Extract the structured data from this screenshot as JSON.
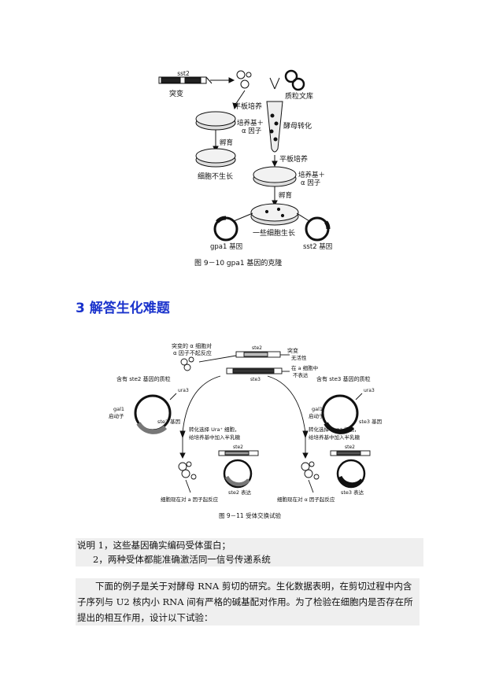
{
  "figure1": {
    "caption": "图 9－10 gpa1 基因的克隆",
    "labels": {
      "sst2": "sst2",
      "mutation": "突变",
      "plasmid_library": "质粒文库",
      "plate_culture_1": "平板培养",
      "medium_factor_1a": "培养基＋",
      "medium_factor_1b": "α 因子",
      "yeast_transform": "酵母转化",
      "incubate_1": "孵育",
      "no_growth": "细胞不生长",
      "plate_culture_2": "平板培养",
      "medium_factor_2a": "培养基＋",
      "medium_factor_2b": "α 因子",
      "incubate_2": "孵育",
      "some_growth": "一些细胞生长",
      "gpa1_gene": "gpa1 基因",
      "sst2_gene": "sst2 基因"
    }
  },
  "section_heading": "3 解答生化难题",
  "figure2": {
    "caption": "图 9－11 受体交换试验",
    "labels": {
      "mutant_cell_a": "突变的 α 细胞对",
      "mutant_cell_b": "α 因子不起反应",
      "mutation": "突变",
      "no_activity": "无活性",
      "in_cell_a": "在 a 细胞中",
      "in_cell_b": "不表达",
      "ste2_top": "ste2",
      "ste3_top": "ste3",
      "plasmid_ste2": "含有 ste2 基因的质粒",
      "plasmid_ste3": "含有 ste3 基因的质粒",
      "ura3_left": "ura3",
      "ura3_right": "ura3",
      "gal1_left_a": "gal1",
      "gal1_left_b": "启动子",
      "gal1_right_a": "gal1",
      "gal1_right_b": "启动子",
      "ste2_gene": "ste2 基因",
      "ste3_gene": "ste3 基因",
      "select_left_a": "转化选择 Ura⁺ 细胞，",
      "select_left_b": "给培养基中加入半乳糖",
      "select_right_a": "转化选择 Ura⁺ 细胞，",
      "select_right_b": "给培养基中加入半乳糖",
      "ste2_bottom_left": "ste2",
      "ste2_bottom_right": "ste2",
      "ste2_express": "ste2 表达",
      "ste3_express": "ste3 表达",
      "respond_left": "细胞现在对 a 因子起反应",
      "respond_right": "细胞现在对 α 因子起反应"
    }
  },
  "notes": {
    "line1": "说明 1，这些基因确实编码受体蛋白；",
    "line2": "2，两种受体都能准确激活同一信号传递系统"
  },
  "paragraph": "下面的例子是关于对酵母 RNA 剪切的研究。生化数据表明，在剪切过程中内含子序列与 U2 核内小 RNA 间有严格的碱基配对作用。为了检验在细胞内是否存在所提出的相互作用，设计以下试验："
}
